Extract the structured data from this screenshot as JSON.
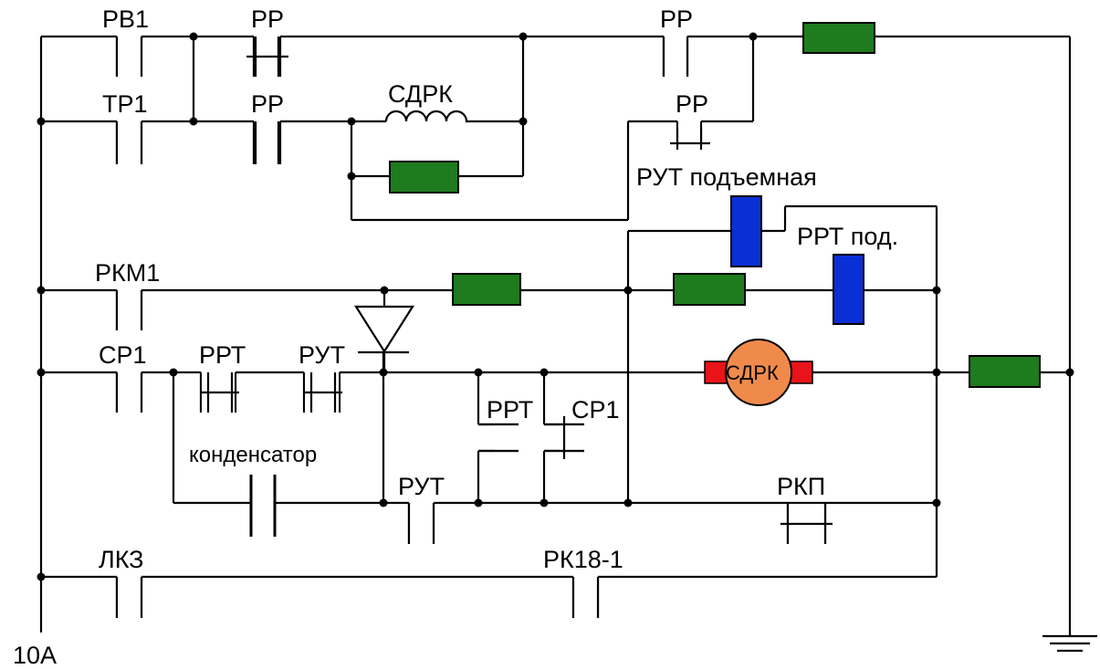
{
  "labels": {
    "rv1": "РВ1",
    "tr1": "ТР1",
    "pp_top": "РР",
    "pp_mid": "РР",
    "pp_right_top": "РР",
    "pp_right_mid": "РР",
    "sdrk_coil": "СДРК",
    "rut_lift": "РУТ подъемная",
    "rrt_lift": "РРТ под.",
    "rkm1": "РКМ1",
    "sr1_left": "СР1",
    "rrt_left": "РРТ",
    "rut_left": "РУТ",
    "capacitor": "конденсатор",
    "rrt_mid": "РРТ",
    "sr1_mid": "СР1",
    "rut_bottom": "РУТ",
    "rkp": "РКП",
    "lkz": "ЛКЗ",
    "rk18": "РК18-1",
    "motor": "СДРК",
    "voltage": "10А"
  },
  "colors": {
    "resistor": "#1e7b1e",
    "relay_coil": "#0a2fd6",
    "motor_body": "#f08a4b",
    "motor_brush": "#e8141a",
    "wire": "#000000"
  }
}
